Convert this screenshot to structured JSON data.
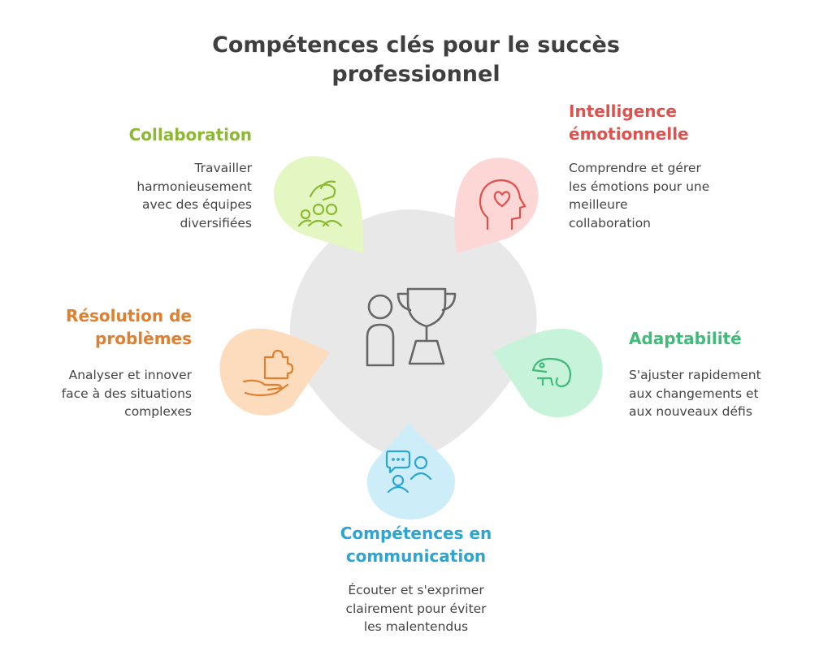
{
  "title": [
    "Compétences clés pour le succès",
    "professionnel"
  ],
  "colors": {
    "collaboration": "#8cb834",
    "intelligence": "#e0504c",
    "adaptabilite": "#3fbb7a",
    "communication": "#2aa5d6",
    "resolution": "#e07f2d",
    "center": "#e8e8e8",
    "icon": "#666666"
  },
  "center_icon": "person-trophy-icon",
  "skills": [
    {
      "id": "collaboration",
      "title": [
        "Collaboration"
      ],
      "description": [
        "Travailler",
        "harmonieusement",
        "avec des équipes",
        "diversifiées"
      ],
      "icon": "team-hands-icon"
    },
    {
      "id": "intelligence",
      "title": [
        "Intelligence",
        "émotionnelle"
      ],
      "description": [
        "Comprendre et gérer",
        "les émotions pour une",
        "meilleure",
        "collaboration"
      ],
      "icon": "head-heart-icon"
    },
    {
      "id": "adaptabilite",
      "title": [
        "Adaptabilité"
      ],
      "description": [
        "S'ajuster rapidement",
        "aux changements et",
        "aux nouveaux défis"
      ],
      "icon": "chameleon-icon"
    },
    {
      "id": "communication",
      "title": [
        "Compétences en",
        "communication"
      ],
      "description": [
        "Écouter et s'exprimer",
        "clairement pour éviter",
        "les malentendus"
      ],
      "icon": "chat-people-icon"
    },
    {
      "id": "resolution",
      "title": [
        "Résolution de",
        "problèmes"
      ],
      "description": [
        "Analyser et innover",
        "face à des situations",
        "complexes"
      ],
      "icon": "puzzle-hand-icon"
    }
  ]
}
